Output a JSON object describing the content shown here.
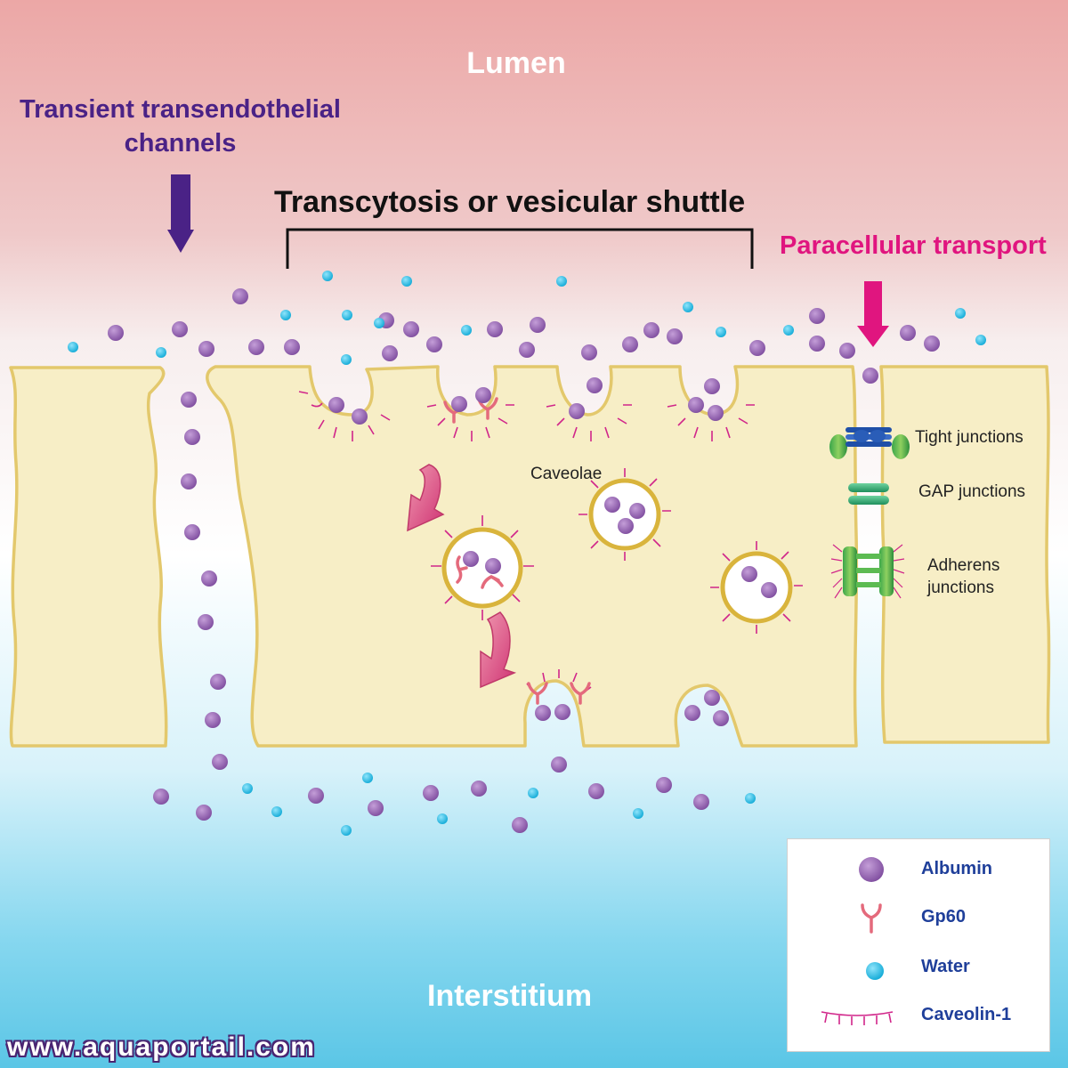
{
  "labels": {
    "lumen": "Lumen",
    "transient_channels_line1": "Transient transendothelial",
    "transient_channels_line2": "channels",
    "transcytosis": "Transcytosis or vesicular shuttle",
    "paracellular": "Paracellular transport",
    "caveolae": "Caveolae",
    "tight_junctions": "Tight junctions",
    "gap_junctions": "GAP junctions",
    "adherens_line1": "Adherens",
    "adherens_line2": "junctions",
    "interstitium": "Interstitium",
    "website": "www.aquaportail.com"
  },
  "legend": [
    {
      "icon": "albumin-icon",
      "label": "Albumin"
    },
    {
      "icon": "gp60-icon",
      "label": "Gp60"
    },
    {
      "icon": "water-icon",
      "label": "Water"
    },
    {
      "icon": "caveolin-icon",
      "label": "Caveolin-1"
    }
  ],
  "colors": {
    "albumin": "#8e5aae",
    "water": "#1ebde8",
    "gp60": "#e46a7c",
    "caveolin": "#d1268a",
    "cell_fill": "#f7eec6",
    "cell_stroke": "#e3c86c",
    "transient_arrow": "#4a2286",
    "paracellular_arrow": "#e0157f",
    "transcytosis_arrow": "#d8457f"
  }
}
